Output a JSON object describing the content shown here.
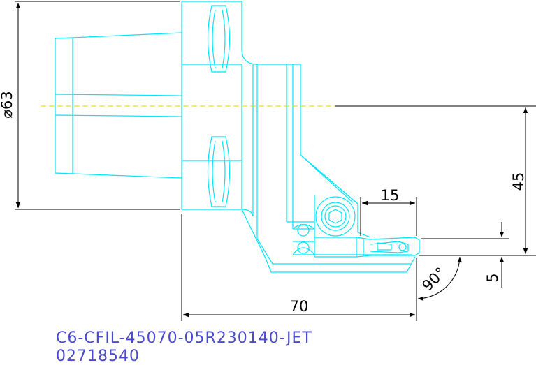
{
  "drawing": {
    "colors": {
      "geometry": "#00e5ff",
      "dimension": "#000000",
      "centerline": "#e6e600",
      "caption": "#4a4acf"
    },
    "dimensions": {
      "diameter": "⌀63",
      "height_45": "45",
      "width_15": "15",
      "height_5": "5",
      "angle": "90°",
      "length_70": "70"
    }
  },
  "caption": {
    "part_code": "C6-CFIL-45070-05R230140-JET",
    "part_number": "02718540"
  }
}
